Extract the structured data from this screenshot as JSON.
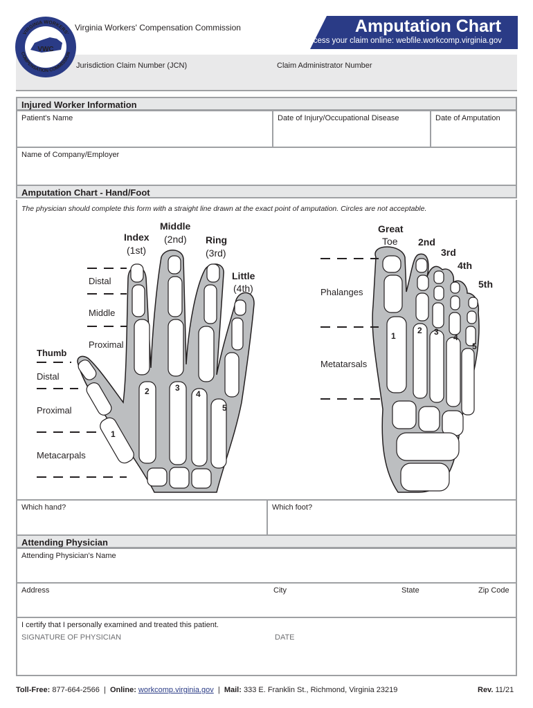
{
  "header": {
    "org": "Virginia Workers' Compensation Commission",
    "title": "Amputation Chart",
    "online": "Access your claim online: webfile.workcomp.virginia.gov",
    "jcn_label": "Jurisdiction Claim Number (JCN)",
    "admin_label": "Claim Administrator Number",
    "seal_top": "VIRGINIA WORKERS'",
    "seal_bottom": "COMPENSATION COMMISSION",
    "seal_center": "VWC"
  },
  "injured": {
    "section": "Injured Worker Information",
    "patient_name": "Patient's Name",
    "date_injury": "Date of Injury/Occupational Disease",
    "date_amputation": "Date of Amputation",
    "employer": "Name of Company/Employer"
  },
  "chart": {
    "section": "Amputation Chart - Hand/Foot",
    "instruction": "The physician should complete this form with a straight line drawn at the exact point of amputation. Circles are not acceptable.",
    "hand": {
      "index": "Index",
      "index_n": "(1st)",
      "middle": "Middle",
      "middle_n": "(2nd)",
      "ring": "Ring",
      "ring_n": "(3rd)",
      "little": "Little",
      "little_n": "(4th)",
      "thumb": "Thumb",
      "distal": "Distal",
      "middle_ph": "Middle",
      "proximal": "Proximal",
      "thumb_distal": "Distal",
      "thumb_proximal": "Proximal",
      "metacarpals": "Metacarpals",
      "nums": [
        "1",
        "2",
        "3",
        "4",
        "5"
      ]
    },
    "foot": {
      "great": "Great",
      "toe": "Toe",
      "t2": "2nd",
      "t3": "3rd",
      "t4": "4th",
      "t5": "5th",
      "phalanges": "Phalanges",
      "metatarsals": "Metatarsals",
      "nums": [
        "1",
        "2",
        "3",
        "4",
        "5"
      ]
    },
    "which_hand": "Which hand?",
    "which_foot": "Which foot?"
  },
  "physician": {
    "section": "Attending Physician",
    "name": "Attending Physician's Name",
    "address": "Address",
    "city": "City",
    "state": "State",
    "zip": "Zip Code",
    "certify": "I certify that I personally examined and treated this patient.",
    "signature": "SIGNATURE OF PHYSICIAN",
    "date": "DATE"
  },
  "footer": {
    "tollfree_label": "Toll-Free:",
    "tollfree": "877-664-2566",
    "online_label": "Online:",
    "online": "workcomp.virginia.gov",
    "mail_label": "Mail:",
    "mail": "333 E. Franklin St., Richmond, Virginia 23219",
    "rev_label": "Rev.",
    "rev": "11/21"
  },
  "colors": {
    "brand": "#2a3b86",
    "border": "#9ea0a3",
    "section_bg": "#e6e7e8"
  }
}
